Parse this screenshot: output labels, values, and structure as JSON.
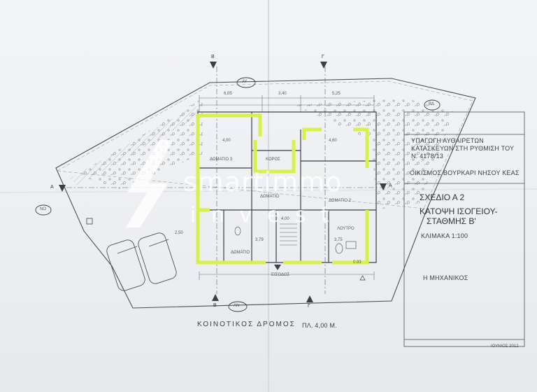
{
  "title_block": {
    "notice": [
      "ΥΠΑΓΩΓΗ ΑΥΘΑΙΡΕΤΩΝ",
      "ΚΑΤΑΣΚΕΥΩΝ ΣΤΗ ΡΥΘΜΙΣΗ ΤΟΥ",
      "Ν. 4178/13"
    ],
    "location": "ΟΙΚΙΣΜΟΣ ΒΟΥΡΚΑΡΙ ΝΗΣΟΥ ΚΕΑΣ",
    "drawing_no": "ΣΧΕΔΙΟ   Α 2",
    "drawing_title": [
      "ΚΑΤΟΨΗ ΙΣΟΓΕΙΟΥ-",
      "ΣΤΑΘΜΗΣ Β'"
    ],
    "scale": "ΚΛΙΜΑΚΑ   1:100",
    "engineer": "Η ΜΗΧΑΝΙΚΟΣ",
    "date": "ΙΟΥΝΙΟΣ 2012"
  },
  "road": {
    "name": "ΚΟΙΝΟΤΙΚΟΣ  ΔΡΟΜΟΣ",
    "width": "ΠΛ.  4,00 Μ."
  },
  "sections": {
    "a": "Α",
    "b": "Β",
    "g": "Γ"
  },
  "compass": {
    "ay": "ΑΥ",
    "an": "ΑΝ",
    "no": "ΝΟ",
    "bd": "ΒΔ"
  },
  "dimensions": [
    "6,05",
    "3,40",
    "5,25",
    "4,00",
    "4,60",
    "3,75",
    "4,00",
    "3,79",
    "2,50",
    "0,93"
  ],
  "rooms": [
    "ΔΩΜΑΤΙΟ 3",
    "ΚΟΡΟΣ",
    "ΔΩΜΑΤΙΟ",
    "ΔΩΜΑΤΙΟ 2",
    "ΔΩΜΑΤΙΟ",
    "ΛΟΥΤΡΟ",
    "ΕΙΣΟΔΟΣ"
  ],
  "watermark": {
    "brand": "smartimmo",
    "sub": "i n v e s t"
  },
  "colors": {
    "paper": "#eef0f2",
    "ink": "#3a3f47",
    "highlight": "#d8f04a",
    "watermark": "#ffffff"
  }
}
